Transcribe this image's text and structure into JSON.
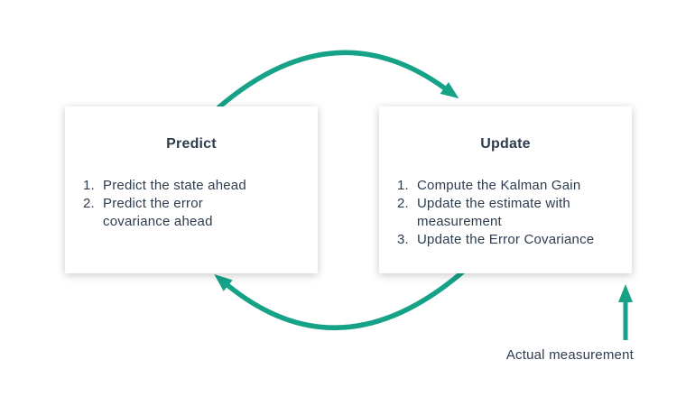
{
  "colors": {
    "accent": "#15a287",
    "text": "#2d3c4e",
    "box_bg": "#ffffff",
    "page_bg": "#ffffff"
  },
  "predict_box": {
    "title": "Predict",
    "items": [
      {
        "num": "1.",
        "text": "Predict the state ahead"
      },
      {
        "num": "2.",
        "text": "Predict the error\ncovariance ahead"
      }
    ]
  },
  "update_box": {
    "title": "Update",
    "items": [
      {
        "num": "1.",
        "text": "Compute the Kalman Gain"
      },
      {
        "num": "2.",
        "text": "Update the estimate with\nmeasurement"
      },
      {
        "num": "3.",
        "text": "Update the Error Covariance"
      }
    ]
  },
  "annotation": {
    "label": "Actual measurement"
  }
}
